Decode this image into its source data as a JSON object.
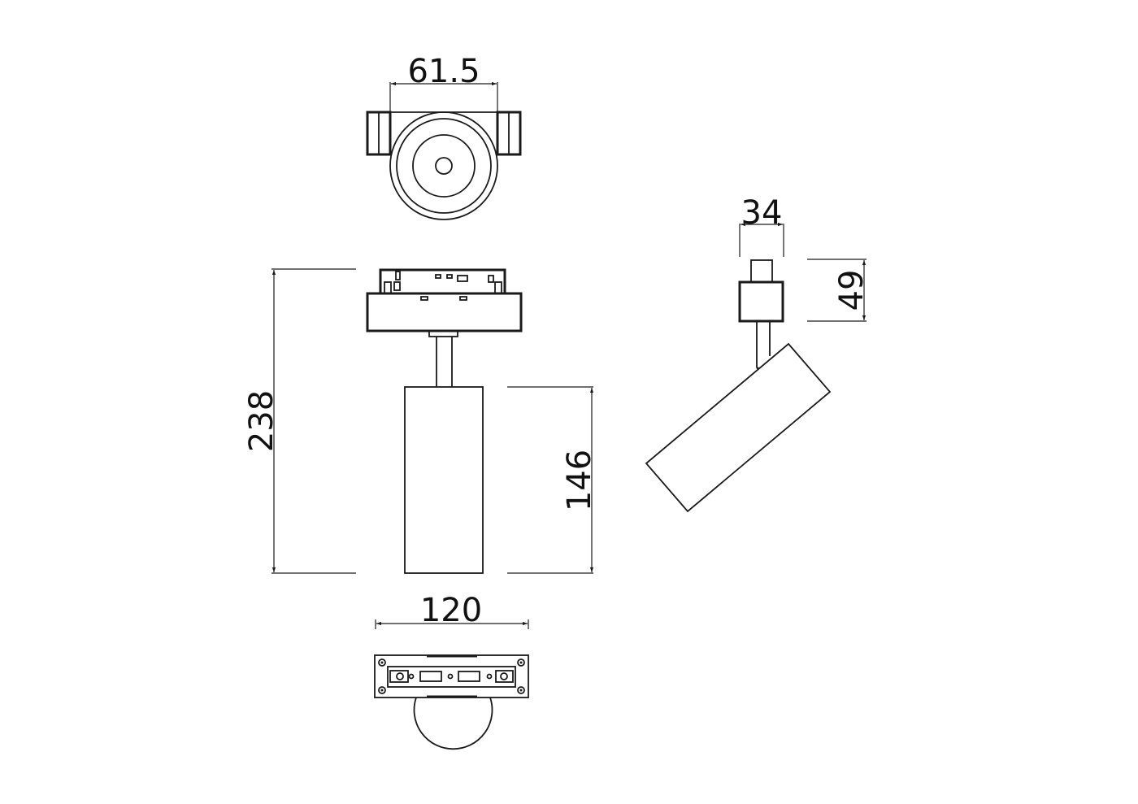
{
  "drawing": {
    "type": "technical dimension drawing",
    "subject": "track spotlight",
    "line_color": "#1a1a1a",
    "background": "#ffffff"
  },
  "views": {
    "top": {
      "label_width": "61.5"
    },
    "front": {
      "label_total_height": "238",
      "label_body_height": "146"
    },
    "bottom": {
      "label_width": "120"
    },
    "side": {
      "label_adapter_width": "34",
      "label_adapter_height": "49"
    }
  }
}
